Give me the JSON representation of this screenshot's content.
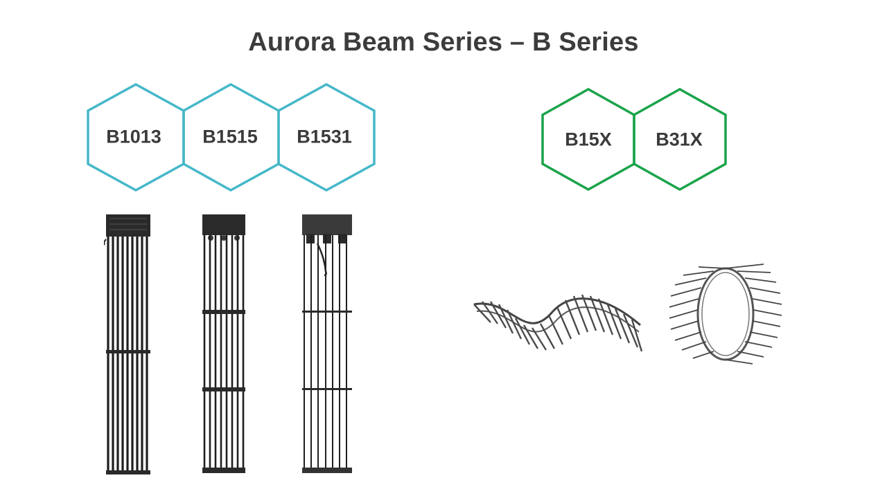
{
  "slide": {
    "title": "Aurora Beam Series – B Series"
  },
  "colors": {
    "straight_series": "#45b8c8",
    "flex_series": "#1aa34a",
    "text": "#3c3c3c"
  },
  "straight_models": [
    {
      "label": "B1013"
    },
    {
      "label": "B1515"
    },
    {
      "label": "B1531"
    }
  ],
  "flex_models": [
    {
      "label": "B15X"
    },
    {
      "label": "B31X"
    }
  ],
  "products": [
    {
      "name": "B1013 straight led strip module",
      "icon": "led-strip-panel-dense"
    },
    {
      "name": "B1515 straight led strip module",
      "icon": "led-strip-panel-medium"
    },
    {
      "name": "B1531 straight led strip module",
      "icon": "led-strip-panel-sparse"
    },
    {
      "name": "B15X flexible wave module",
      "icon": "flexible-wave-panel"
    },
    {
      "name": "B31X flexible cylinder module",
      "icon": "flexible-cylinder-panel"
    }
  ]
}
